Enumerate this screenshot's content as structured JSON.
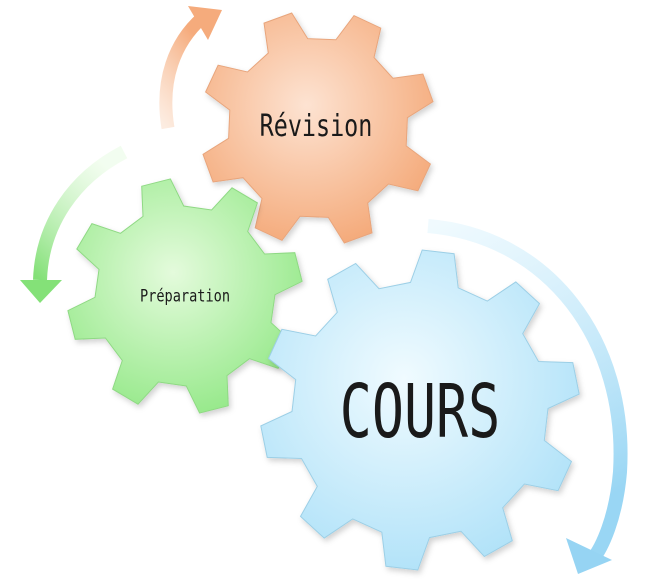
{
  "gears": {
    "revision": {
      "label": "Révision",
      "color": "#f7b68a"
    },
    "preparation": {
      "label": "Préparation",
      "color": "#a9ef9a"
    },
    "cours": {
      "label": "COURS",
      "color": "#bfe9fb"
    }
  },
  "arrows": {
    "orange": "#f7b993",
    "green": "#8fe686",
    "blue": "#a8dcf6"
  }
}
